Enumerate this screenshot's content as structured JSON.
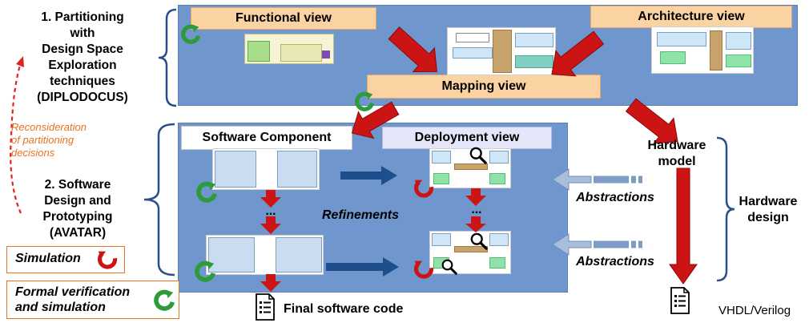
{
  "sections": {
    "partitioning": {
      "line1": "1. Partitioning",
      "line2": "with",
      "line3": "Design Space",
      "line4": "Exploration",
      "line5": "techniques",
      "line6": "(DIPLODOCUS)"
    },
    "software": {
      "line1": "2. Software",
      "line2": "Design and",
      "line3": "Prototyping",
      "line4": "(AVATAR)"
    },
    "hardware_design": {
      "line1": "Hardware",
      "line2": "design"
    }
  },
  "views": {
    "functional": "Functional view",
    "architecture": "Architecture view",
    "mapping": "Mapping view",
    "software_component": "Software Component",
    "deployment": "Deployment view"
  },
  "labels": {
    "hardware_model_1": "Hardware",
    "hardware_model_2": "model",
    "abstractions_1": "Abstractions",
    "abstractions_2": "Abstractions",
    "refinements": "Refinements",
    "ellipsis_left": "...",
    "ellipsis_right": "...",
    "final_code": "Final software code",
    "vhdl": "VHDL/Verilog"
  },
  "reconsideration": {
    "line1": "Reconsideration",
    "line2": "of partitioning",
    "line3": "decisions"
  },
  "legend": {
    "simulation": "Simulation",
    "formal_1": "Formal verification",
    "formal_2": "and simulation"
  },
  "colors": {
    "panel": "#6f97cd",
    "red_arrow": "#cc1414",
    "blue_arrow": "#1f4e8c",
    "orange": "#e8731e",
    "green_cycle": "#2e9a3a",
    "red_cycle": "#cc1414"
  },
  "icons": [
    "cycle-green-icon",
    "cycle-red-icon",
    "document-icon",
    "magnifier-icon",
    "arrow-icon"
  ]
}
